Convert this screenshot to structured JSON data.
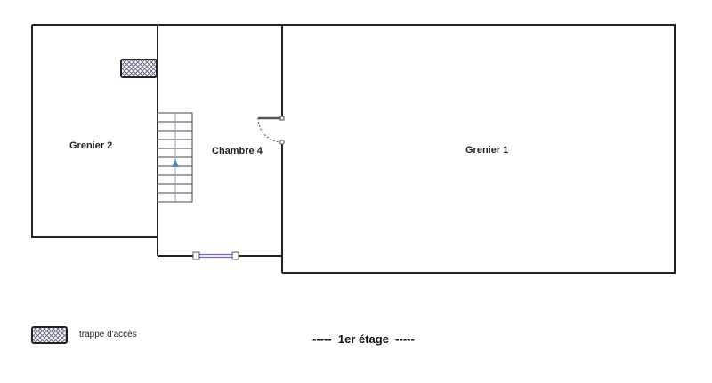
{
  "plan": {
    "title": "-----  1er étage  -----",
    "rooms": [
      {
        "name": "Grenier 2",
        "label": "Grenier 2"
      },
      {
        "name": "Chambre 4",
        "label": "Chambre 4"
      },
      {
        "name": "Grenier 1",
        "label": "Grenier 1"
      }
    ],
    "legend": {
      "items": [
        {
          "icon": "hatched-trapdoor-icon",
          "label": "trappe d'accès"
        }
      ]
    },
    "symbols": [
      "staircase-icon",
      "door-swing-icon",
      "window-icon",
      "access-trapdoor-icon"
    ],
    "colors": {
      "wall": "#222222",
      "stair_arrow": "#5b7fc4",
      "window": "#6a6ad0",
      "hatch": "#9a9ab8"
    }
  }
}
